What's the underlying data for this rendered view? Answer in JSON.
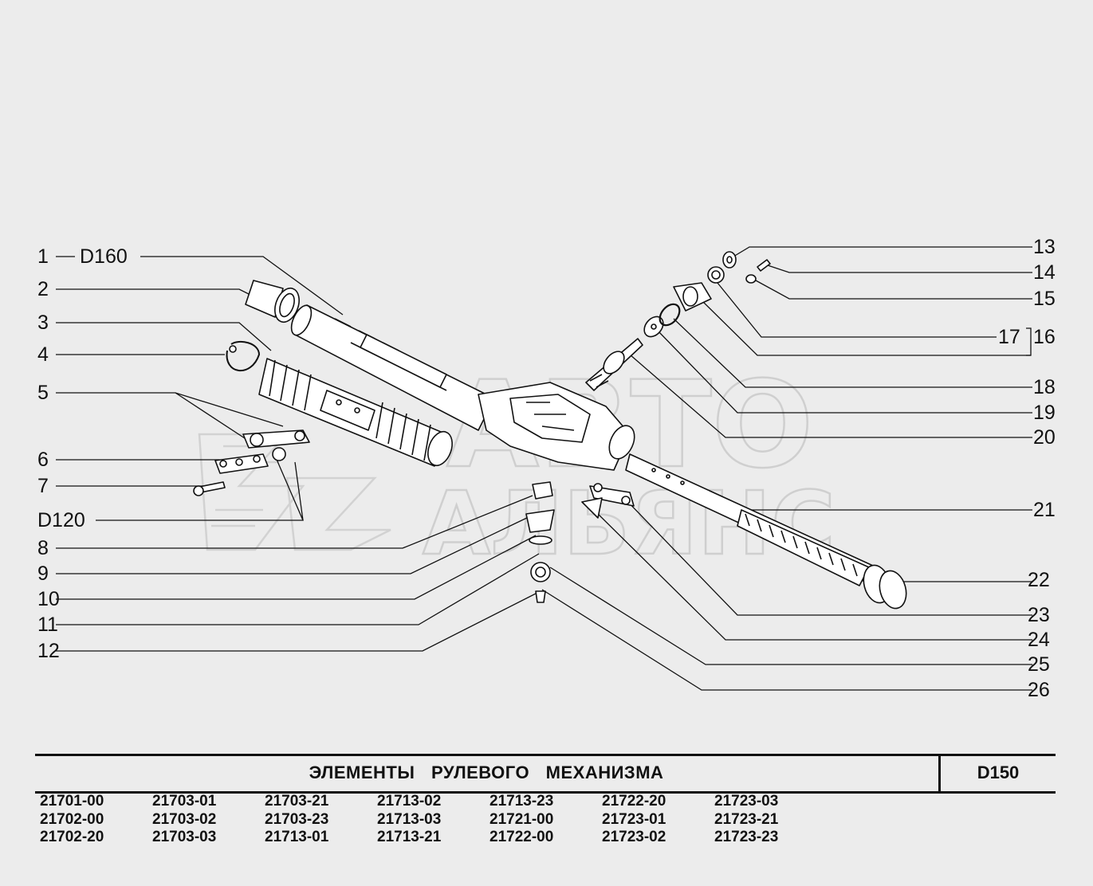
{
  "watermark": {
    "line1": "АВТО",
    "line2": "АЛЬЯНС"
  },
  "callouts": {
    "n1": "1",
    "ref1": "D160",
    "n2": "2",
    "n3": "3",
    "n4": "4",
    "n5": "5",
    "n6": "6",
    "n7": "7",
    "refD120": "D120",
    "n8": "8",
    "n9": "9",
    "n10": "10",
    "n11": "11",
    "n12": "12",
    "n13": "13",
    "n14": "14",
    "n15": "15",
    "n16": "16",
    "n17": "17",
    "n18": "18",
    "n19": "19",
    "n20": "20",
    "n21": "21",
    "n22": "22",
    "n23": "23",
    "n24": "24",
    "n25": "25",
    "n26": "26"
  },
  "title": {
    "text": "ЭЛЕМЕНТЫ РУЛЕВОГО МЕХАНИЗМА",
    "code": "D150"
  },
  "models": [
    "21701-00",
    "21703-01",
    "21703-21",
    "21713-02",
    "21713-23",
    "21722-20",
    "21723-03",
    "21702-00",
    "21703-02",
    "21703-23",
    "21713-03",
    "21721-00",
    "21723-01",
    "21723-21",
    "21702-20",
    "21703-03",
    "21713-01",
    "21713-21",
    "21722-00",
    "21723-02",
    "21723-23"
  ]
}
